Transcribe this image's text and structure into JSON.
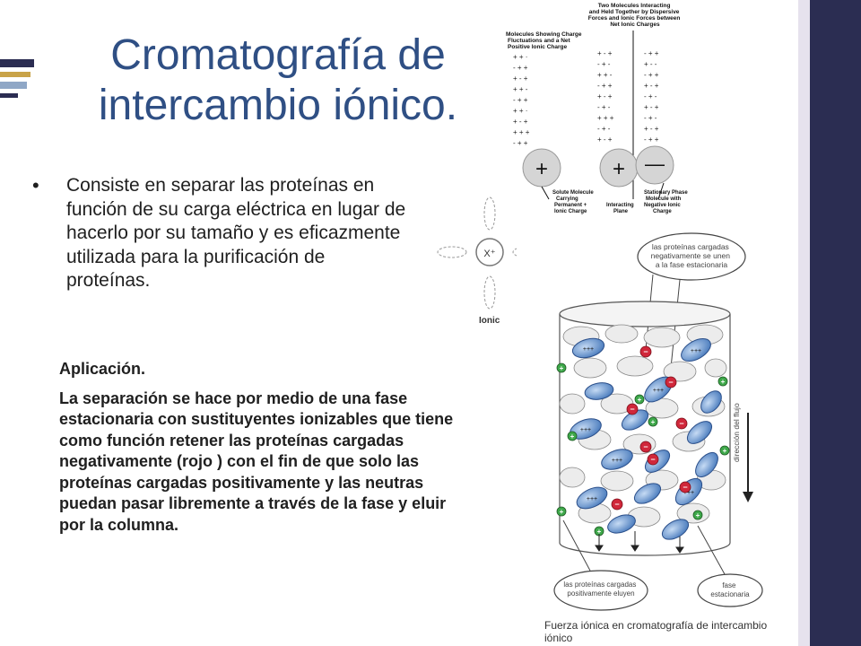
{
  "slide": {
    "title_line1": "Cromatografía de",
    "title_line2": "intercambio iónico.",
    "bullet_marker": "•",
    "bullet_text": "Consiste en separar las proteínas en función de su carga eléctrica en lugar de hacerlo por su tamaño y es eficazmente utilizada para la purificación de proteínas.",
    "application_heading": "Aplicación.",
    "application_text": "La separación se hace por medio de una fase estacionaria con sustituyentes ionizables que tiene como función retener las proteínas cargadas negativamente (rojo ) con el fin de que solo las proteínas cargadas positivamente y las neutras puedan pasar libremente a través de la fase y eluir por la columna.",
    "caption": "Fuerza iónica en cromatografía de intercambio iónico"
  },
  "top_diagram": {
    "label_left": "Molecules Showing Charge Fluctuations and a Net Positive Ionic Charge",
    "label_top": "Two Molecules Interacting and Held Together by Dispersive Forces and Ionic Forces between Net Ionic Charges",
    "label_solute": "Solute Molecule Carrying Permanent + Ionic Charge",
    "label_plane": "Interacting Plane",
    "label_stationary": "Stationary Phase Molecule with Negative Ionic Charge",
    "sign_plus": "+",
    "sign_minus": "—"
  },
  "ion_diagram": {
    "center_label": "X⁺",
    "bottom_label": "Ionic"
  },
  "column_diagram": {
    "callout_top": "las proteínas cargadas negativamente se unen a la fase estacionaria",
    "callout_bottom_left": "las proteínas cargadas positivamente eluyen",
    "callout_bottom_right": "fase estacionaria",
    "flow_label": "dirección del flujo",
    "plus_marks": "+++",
    "minus_mark": "−",
    "plus_mark": "+"
  }
}
